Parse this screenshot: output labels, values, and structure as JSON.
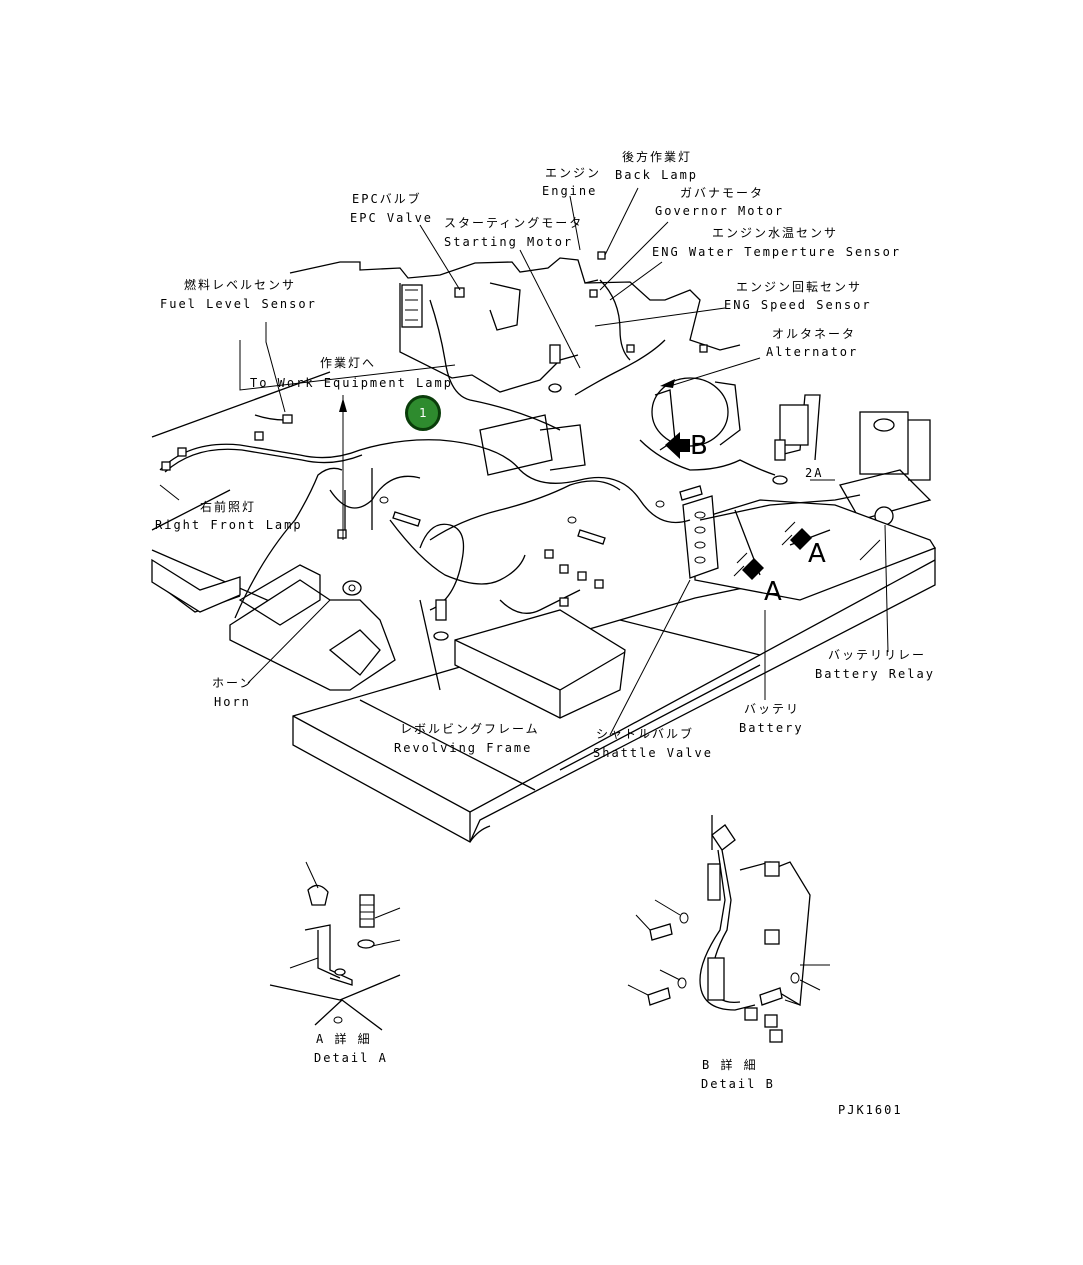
{
  "callout": {
    "number": "1",
    "color": "#2e8b2e",
    "border": "#0a3d0a"
  },
  "labels": {
    "back_lamp_jp": "後方作業灯",
    "back_lamp_en": "Back Lamp",
    "engine_jp": "エンジン",
    "engine_en": "Engine",
    "governor_jp": "ガバナモータ",
    "governor_en": "Governor Motor",
    "epc_jp": "EPCバルブ",
    "epc_en": "EPC Valve",
    "starting_jp": "スターティングモータ",
    "starting_en": "Starting Motor",
    "water_temp_jp": "エンジン水温センサ",
    "water_temp_en": "ENG Water Temperture Sensor",
    "fuel_jp": "燃料レベルセンサ",
    "fuel_en": "Fuel Level Sensor",
    "speed_jp": "エンジン回転センサ",
    "speed_en": "ENG Speed Sensor",
    "work_lamp_jp": "作業灯へ",
    "work_lamp_en": "To Work Equipment Lamp",
    "alternator_jp": "オルタネータ",
    "alternator_en": "Alternator",
    "right_front_jp": "右前照灯",
    "right_front_en": "Right Front Lamp",
    "battery_relay_jp": "バッテリリレー",
    "battery_relay_en": "Battery Relay",
    "horn_jp": "ホーン",
    "horn_en": "Horn",
    "battery_jp": "バッテリ",
    "battery_en": "Battery",
    "revolving_jp": "レボルビングフレーム",
    "revolving_en": "Revolving Frame",
    "shuttle_jp": "シャトルバルブ",
    "shuttle_en": "Shattle Valve",
    "detail_a_jp": "A 詳 細",
    "detail_a_en": "Detail A",
    "detail_b_jp": "B 詳 細",
    "detail_b_en": "Detail B",
    "part_code": "PJK1601",
    "view_b": "B",
    "view_a1": "A",
    "view_a2": "A",
    "ref_2a": "2A"
  }
}
